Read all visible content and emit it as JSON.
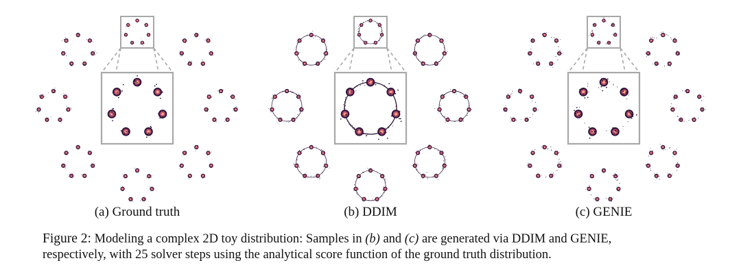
{
  "figure": {
    "panels": [
      {
        "id": "a",
        "caption": "(a) Ground truth",
        "style": "ground-truth"
      },
      {
        "id": "b",
        "caption": "(b) DDIM",
        "style": "ddim"
      },
      {
        "id": "c",
        "caption": "(c) GENIE",
        "style": "genie"
      }
    ],
    "caption": {
      "label": "Figure 2:",
      "line1_a": " Modeling a complex 2D toy distribution: Samples in ",
      "ref_b": "(b)",
      "line1_b": " and ",
      "ref_c": "(c)",
      "line1_c": " are generated via DDIM and GENIE,",
      "line2": "respectively, with 25 solver steps using the analytical score function of the ground truth distribution."
    },
    "colors": {
      "mode_core": "#f4a07a",
      "mode_mid": "#b0446e",
      "mode_outer": "#2a1436",
      "zoom_box": "#a8a8a8",
      "text": "#111111"
    }
  }
}
